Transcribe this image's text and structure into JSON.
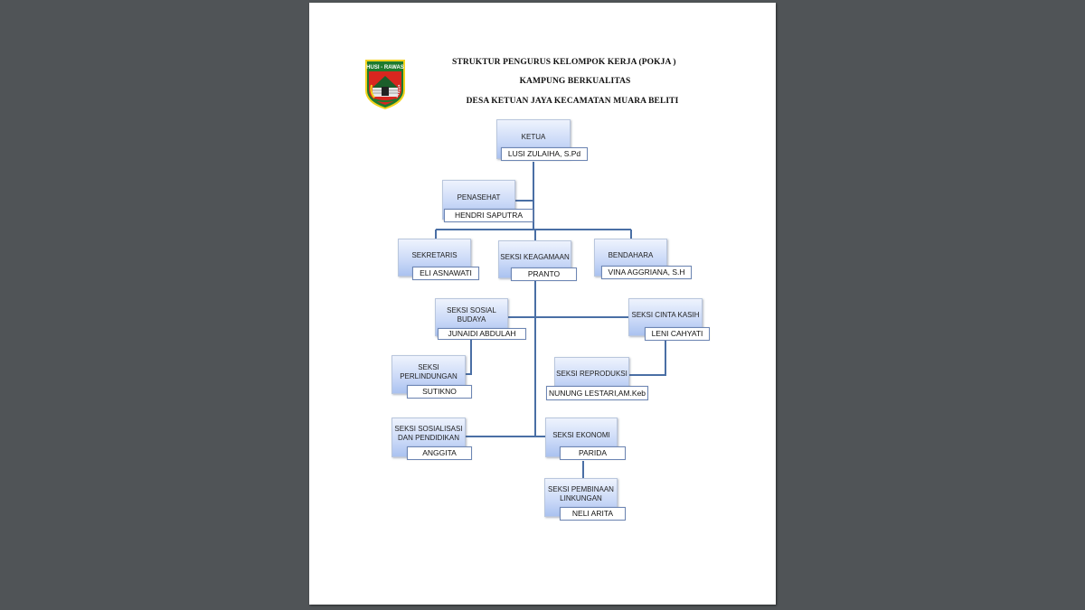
{
  "document": {
    "logo_text": "HUSI - RAWAS",
    "title_lines": [
      "STRUKTUR PENGURUS KELOMPOK KERJA (POKJA )",
      "KAMPUNG BERKUALITAS",
      "DESA KETUAN JAYA KECAMATAN MUARA BELITI"
    ]
  },
  "org": {
    "ketua": {
      "role": "KETUA",
      "name": "LUSI ZULAIHA, S.Pd"
    },
    "penasehat": {
      "role": "PENASEHAT",
      "name": "HENDRI SAPUTRA"
    },
    "sekretaris": {
      "role": "SEKRETARIS",
      "name": "ELI ASNAWATI"
    },
    "keagamaan": {
      "role": "SEKSI KEAGAMAAN",
      "name": "PRANTO"
    },
    "bendahara": {
      "role": "BENDAHARA",
      "name": "VINA AGGRIANA, S.H"
    },
    "sosial_budaya": {
      "role_line1": "SEKSI SOSIAL",
      "role_line2": "BUDAYA",
      "name": "JUNAIDI ABDULAH"
    },
    "cinta_kasih": {
      "role": "SEKSI CINTA KASIH",
      "name": "LENI CAHYATI"
    },
    "perlindungan": {
      "role_line1": "SEKSI",
      "role_line2": "PERLINDUNGAN",
      "name": "SUTIKNO"
    },
    "reproduksi": {
      "role": "SEKSI REPRODUKSI",
      "name": "NUNUNG LESTARI,AM.Keb"
    },
    "sosialisasi": {
      "role_line1": "SEKSI SOSIALISASI",
      "role_line2": "DAN PENDIDIKAN",
      "name": "ANGGITA"
    },
    "ekonomi": {
      "role": "SEKSI EKONOMI",
      "name": "PARIDA"
    },
    "pembinaan": {
      "role_line1": "SEKSI PEMBINAAN",
      "role_line2": "LINKUNGAN",
      "name": "NELI ARITA"
    }
  },
  "colors": {
    "background": "#505457",
    "connector": "#4a6fa5",
    "logo_green": "#1e7a2e",
    "logo_red": "#d8261f",
    "logo_yellow": "#f2d21c"
  }
}
